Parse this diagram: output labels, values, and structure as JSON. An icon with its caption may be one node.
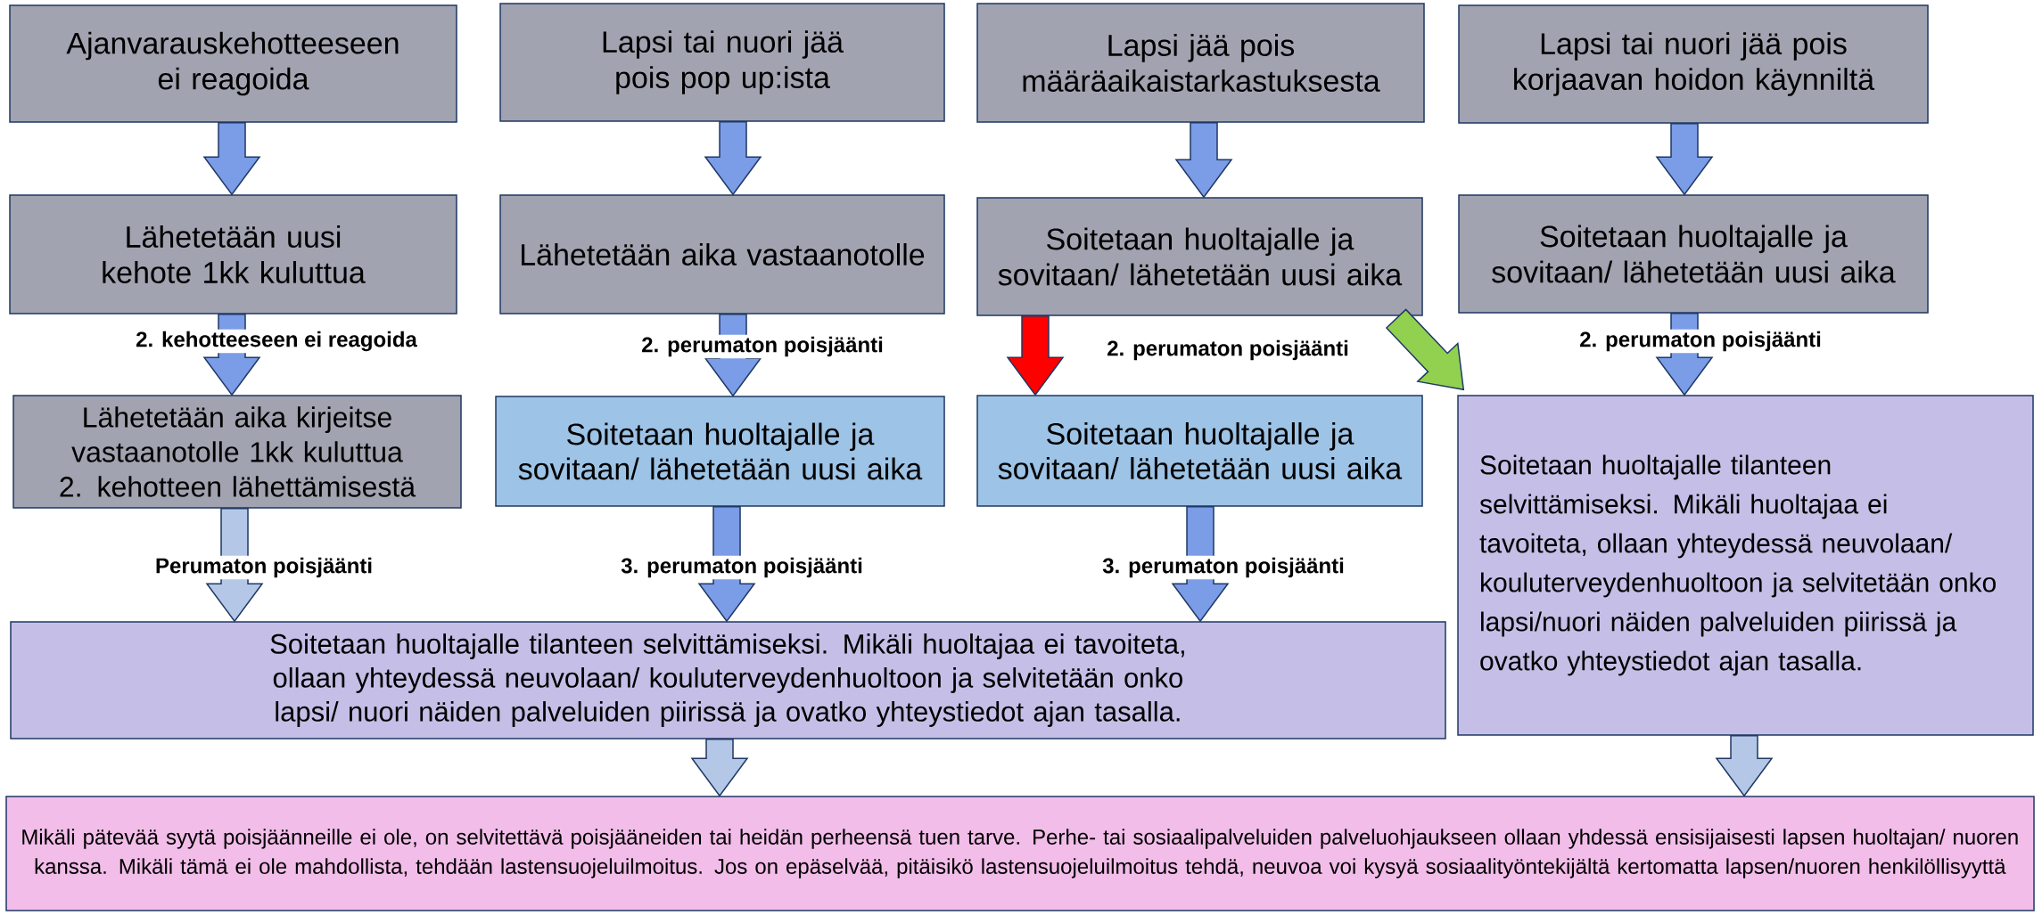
{
  "diagram": {
    "nodes": [
      {
        "text": [
          "Ajanvarauskehotteeseen ei reagoida"
        ]
      },
      {
        "text": [
          "Lapsi tai nuori jää pois pop up:ista"
        ]
      },
      {
        "text": [
          "Lapsi jää pois määräaikaistarkastuksesta"
        ]
      },
      {
        "text": [
          "Lapsi tai nuori jää pois korjaavan hoidon käynniltä"
        ]
      },
      {
        "text": [
          "Lähetetään uusi kehote 1kk kuluttua"
        ]
      },
      {
        "text": [
          "Lähetetään aika vastaanotolle"
        ]
      },
      {
        "text": [
          "Soitetaan huoltajalle ja sovitaan/ lähetetään uusi aika"
        ]
      },
      {
        "text": [
          "Soitetaan huoltajalle ja sovitaan/ lähetetään uusi aika"
        ]
      },
      {
        "text": [
          "Lähetetään aika kirjeitse vastaanotolle 1kk kuluttua 2. kehotteen lähettämisestä"
        ]
      },
      {
        "text": [
          "Soitetaan huoltajalle ja sovitaan/ lähetetään uusi aika"
        ]
      },
      {
        "text": [
          "Soitetaan huoltajalle ja sovitaan/ lähetetään uusi aika"
        ]
      },
      {
        "text": [
          "Soitetaan huoltajalle tilanteen selvittämiseksi. Mikäli huoltajaa ei tavoiteta, ollaan yhteydessä neuvolaan/ kouluterveydenhuoltoon ja selvitetään onko lapsi/nuori näiden palveluiden piirissä ja ovatko yhteystiedot ajan tasalla."
        ]
      },
      {
        "text": [
          "Soitetaan huoltajalle tilanteen selvittämiseksi. Mikäli huoltajaa ei tavoiteta, ollaan yhteydessä neuvolaan/ kouluterveydenhuoltoon ja selvitetään onko lapsi/ nuori näiden palveluiden piirissä ja ovatko yhteystiedot ajan tasalla."
        ]
      },
      {
        "text": [
          "Mikäli pätevää syytä poisjäänneille ei ole, on selvitettävä poisjääneiden tai heidän perheensä tuen tarve. Perhe- tai sosiaalipalveluiden palveluohjaukseen ollaan yhdessä ensisijaisesti lapsen huoltajan/ nuoren kanssa. Mikäli tämä ei ole mahdollista, tehdään lastensuojeluilmoitus. Jos on epäselvää, pitäisikö lastensuojeluilmoitus tehdä, neuvoa voi kysyä sosiaalityöntekijältä kertomatta lapsen/nuoren henkilöllisyyttä"
        ]
      }
    ],
    "edges": [
      {
        "from": 0,
        "to": 4,
        "arrow": "to"
      },
      {
        "from": 1,
        "to": 5,
        "arrow": "to"
      },
      {
        "from": 2,
        "to": 6,
        "arrow": "to"
      },
      {
        "from": 3,
        "to": 7,
        "arrow": "to"
      },
      {
        "from": 4,
        "to": 8,
        "arrow": "to",
        "label": "2. kehotteeseen ei reagoida"
      },
      {
        "from": 5,
        "to": 9,
        "arrow": "to",
        "label": "2. perumaton poisjäänti"
      },
      {
        "from": 6,
        "to": 10,
        "arrow": "to",
        "label": "2. perumaton poisjäänti",
        "color": "#ff0000"
      },
      {
        "from": 6,
        "to": 11,
        "arrow": "to",
        "color": "#92d050"
      },
      {
        "from": 7,
        "to": 11,
        "arrow": "to",
        "label": "2. perumaton poisjäänti"
      },
      {
        "from": 8,
        "to": 12,
        "arrow": "to",
        "label": "Perumaton poisjäänti",
        "color": "#b4c7e7"
      },
      {
        "from": 9,
        "to": 12,
        "arrow": "to",
        "label": "3. perumaton poisjäänti"
      },
      {
        "from": 10,
        "to": 12,
        "arrow": "to",
        "label": "3. perumaton poisjäänti"
      },
      {
        "from": 12,
        "to": 13,
        "arrow": "to",
        "color": "#b4c7e7"
      },
      {
        "from": 11,
        "to": 13,
        "arrow": "to",
        "color": "#b4c7e7"
      }
    ]
  }
}
